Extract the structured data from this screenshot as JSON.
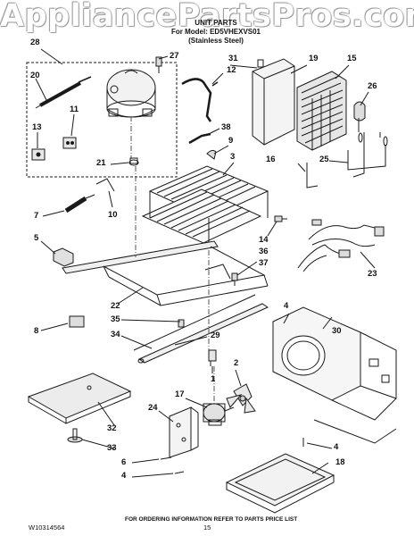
{
  "watermark": "AppliancePartsPros.com",
  "header": {
    "line1": "UNIT PARTS",
    "line2": "For Model: ED5VHEXVS01",
    "line3": "(Stainless Steel)"
  },
  "callouts": [
    "28",
    "27",
    "20",
    "11",
    "13",
    "21",
    "31",
    "12",
    "19",
    "15",
    "26",
    "38",
    "9",
    "3",
    "16",
    "25",
    "7",
    "10",
    "5",
    "14",
    "36",
    "37",
    "23",
    "22",
    "35",
    "8",
    "34",
    "29",
    "4",
    "30",
    "1",
    "2",
    "17",
    "24",
    "32",
    "33",
    "6",
    "4",
    "4",
    "18"
  ],
  "footer": {
    "doc_number": "W10314564",
    "ordering_note": "FOR ORDERING INFORMATION REFER TO PARTS PRICE LIST",
    "page_number": "15"
  }
}
